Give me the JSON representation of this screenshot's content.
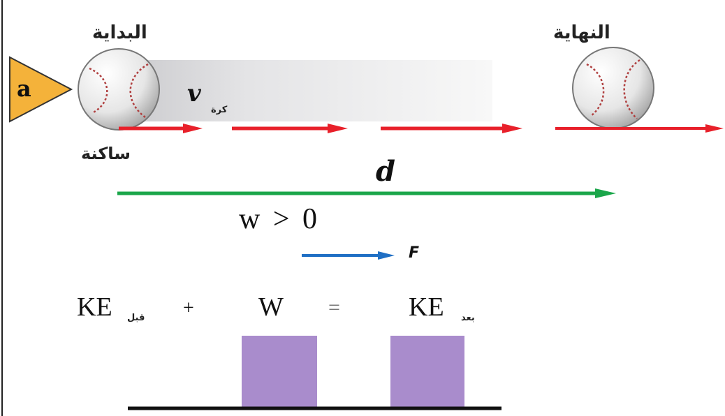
{
  "labels": {
    "start": "البداية",
    "end": "النهاية",
    "at_rest": "ساكنة",
    "panel_marker": "a",
    "velocity_symbol": "v",
    "velocity_subscript": "كرة",
    "displacement_symbol": "d",
    "work_condition": "w > 0",
    "force_symbol": "F"
  },
  "equation": {
    "ke_before": "KE",
    "ke_before_sub": "قبل",
    "plus": "+",
    "work": "W",
    "equals": "=",
    "ke_after": "KE",
    "ke_after_sub": "بعد"
  },
  "bar_chart": {
    "bars": [
      {
        "name": "KE before",
        "value": 0
      },
      {
        "name": "W",
        "value": 1
      },
      {
        "name": "KE after",
        "value": 1
      }
    ]
  },
  "colors": {
    "velocity_arrows": "#e8202a",
    "displacement_arrow": "#1aa64a",
    "force_arrow": "#1f6fc4",
    "bars": "#a98ccc",
    "marker": "#f4b23a",
    "baseline": "#111111"
  }
}
